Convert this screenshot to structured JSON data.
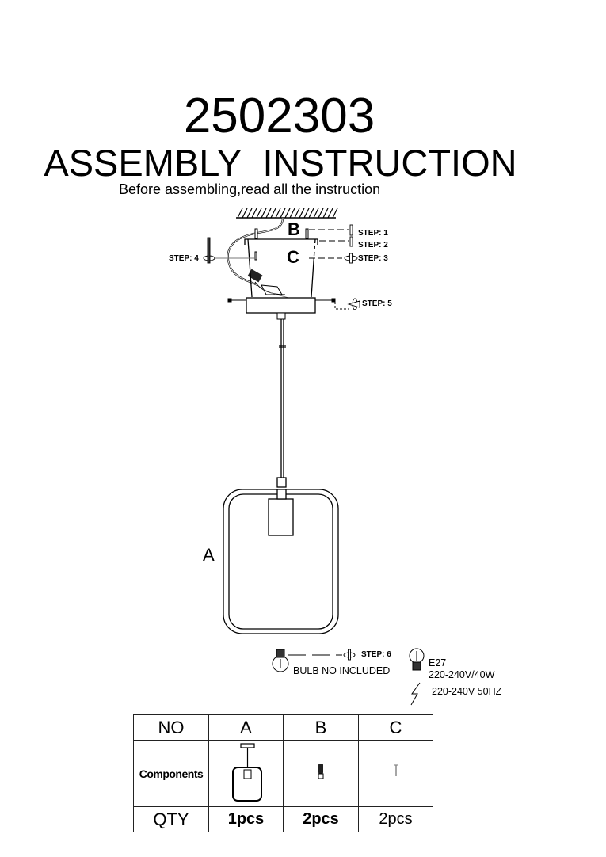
{
  "header": {
    "model_number": "2502303",
    "title": "ASSEMBLY  INSTRUCTION",
    "subtitle": "Before assembling,read all the instruction"
  },
  "diagram": {
    "part_labels": {
      "a": "A",
      "b": "B",
      "c": "C"
    },
    "steps": [
      "STEP: 1",
      "STEP: 2",
      "STEP: 3",
      "STEP: 4",
      "STEP: 5",
      "STEP: 6"
    ],
    "bulb_note": "BULB NO INCLUDED",
    "bulb_spec": {
      "socket": "E27",
      "rating": "220-240V/40W"
    },
    "power_spec": "220-240V 50HZ",
    "icons": [
      "ceiling-hatch-icon",
      "screw-icon",
      "anchor-icon",
      "bulb-icon",
      "lightning-icon"
    ]
  },
  "parts_table": {
    "headers": [
      "NO",
      "A",
      "B",
      "C"
    ],
    "components_label": "Components",
    "qty_label": "QTY",
    "quantities": [
      "1pcs",
      "2pcs",
      "2pcs"
    ]
  }
}
